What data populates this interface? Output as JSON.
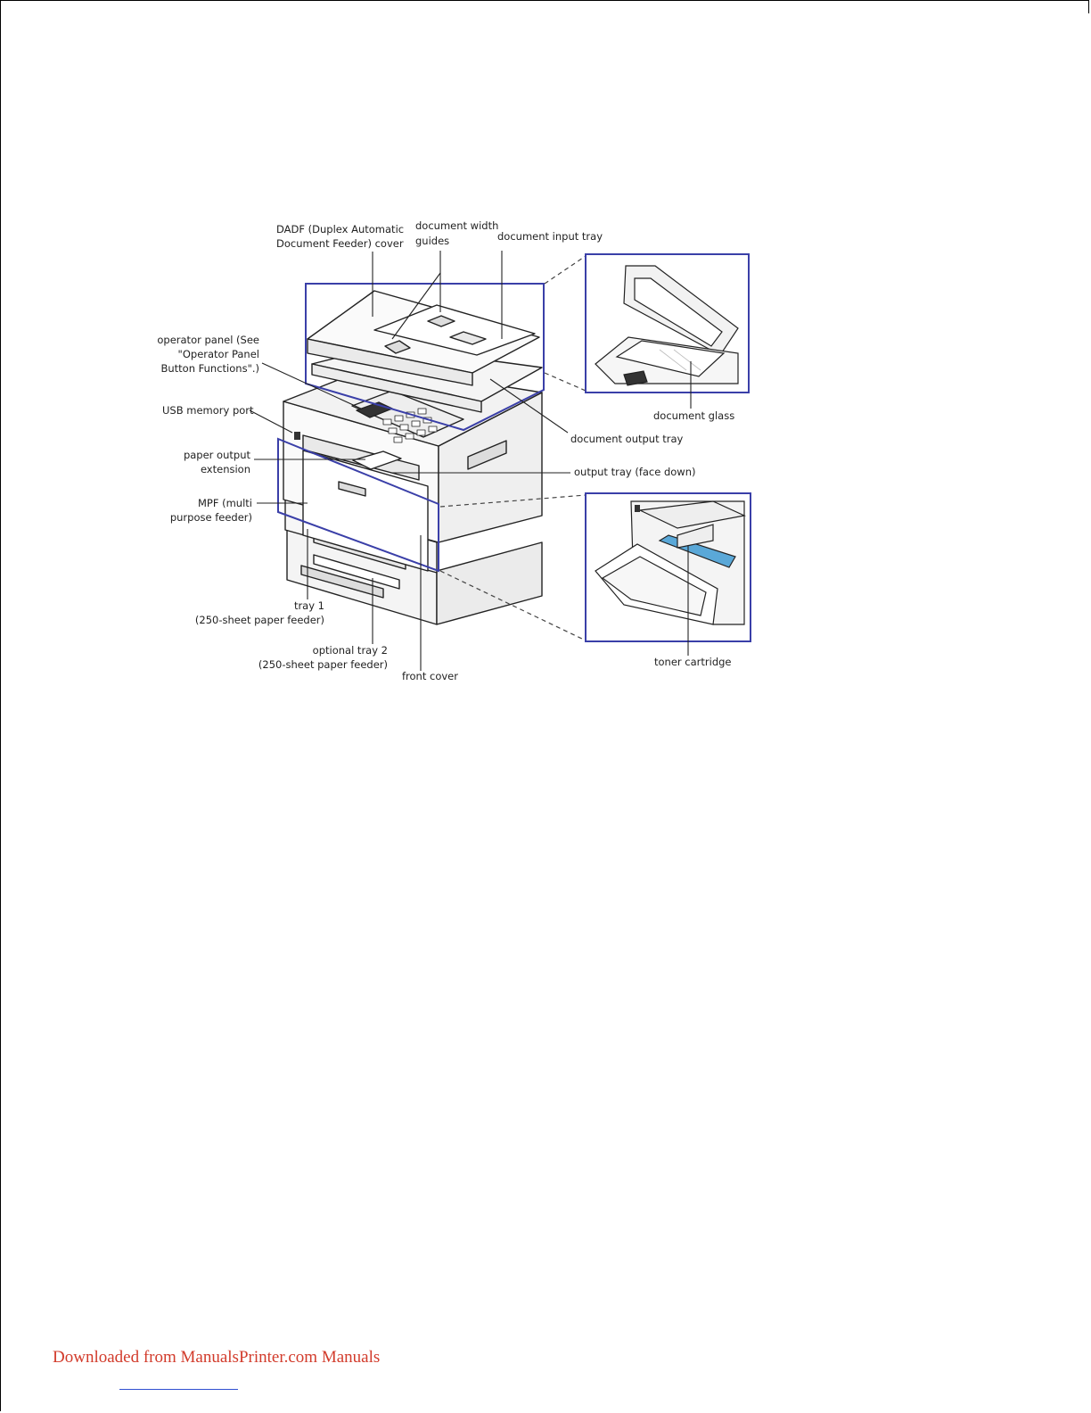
{
  "figure": {
    "labels": {
      "dadf_cover": [
        "DADF (Duplex Automatic",
        "Document Feeder) cover"
      ],
      "doc_width_guides": [
        "document width",
        "guides"
      ],
      "doc_input_tray": "document input tray",
      "operator_panel": [
        "operator panel (See",
        "\"Operator Panel",
        "Button Functions\".)"
      ],
      "usb_port": "USB memory port",
      "paper_output_ext": [
        "paper output",
        "extension"
      ],
      "mpf": [
        "MPF (multi",
        "purpose feeder)"
      ],
      "tray1": [
        "tray 1",
        "(250-sheet paper feeder)"
      ],
      "optional_tray2": [
        "optional tray 2",
        "(250-sheet paper feeder)"
      ],
      "front_cover": "front cover",
      "doc_glass": "document glass",
      "doc_output_tray": "document output tray",
      "output_tray": "output tray (face down)",
      "toner_cartridge": "toner cartridge"
    },
    "colors": {
      "highlight_box": "#3a3fa8",
      "toner_highlight": "#5aa8d8",
      "line": "#222222"
    }
  },
  "footer": {
    "link_text": "Downloaded from ManualsPrinter.com Manuals"
  }
}
